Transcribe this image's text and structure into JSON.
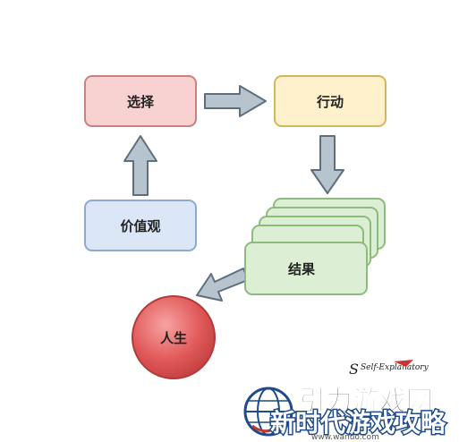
{
  "nodes": {
    "choice": {
      "label": "选择",
      "fill": "#f8d1d1",
      "stroke": "#c98181"
    },
    "action": {
      "label": "行动",
      "fill": "#fff1cc",
      "stroke": "#d6b65a"
    },
    "values": {
      "label": "价值观",
      "fill": "#dbe7f7",
      "stroke": "#8eaad4"
    },
    "result": {
      "label": "结果",
      "fill": "#dcefd4",
      "stroke": "#8dbb7b"
    },
    "life": {
      "label": "人生",
      "fill": "#e65c5c",
      "stroke": "#b33a3a"
    }
  },
  "edges": [
    {
      "from": "values",
      "to": "choice"
    },
    {
      "from": "choice",
      "to": "action"
    },
    {
      "from": "action",
      "to": "result"
    },
    {
      "from": "result",
      "to": "life"
    }
  ],
  "arrow_color": {
    "fill": "#b7c4ce",
    "stroke": "#5d6f7e"
  },
  "watermark": {
    "logo_text": "Self-Explanatory",
    "line1": "引力游戏网",
    "line2": "新时代游戏攻略",
    "url": "www.wanuo.com"
  }
}
